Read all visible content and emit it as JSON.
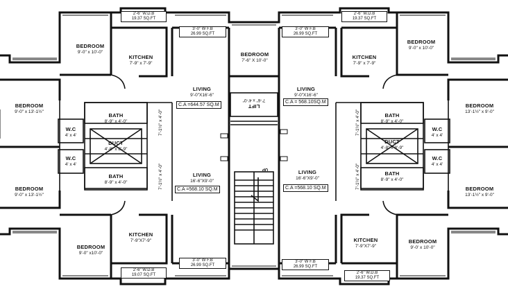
{
  "rooms": {
    "bed_tl": {
      "name": "BEDROOM",
      "dim": "9'-0\" x 10'-0\""
    },
    "bed_tm": {
      "name": "BEDROOM",
      "dim": "7'-6\" X 10'-0\""
    },
    "bed_tr": {
      "name": "BEDROOM",
      "dim": "9'-0\" x 10'-0\""
    },
    "bed_ml": {
      "name": "BEDROOM",
      "dim": "9'-0\" x 13'-1½\""
    },
    "bed_mr": {
      "name": "BEDROOM",
      "dim": "13'-1½\" x 9'-0\""
    },
    "bed_bl2": {
      "name": "BEDROOM",
      "dim": "9'-0\" x 13'-1½\""
    },
    "bed_br2": {
      "name": "BEDROOM",
      "dim": "13'-1½\" x 9'-0\""
    },
    "bed_bl": {
      "name": "BEDROOM",
      "dim": "9'-0\" x10'-0\""
    },
    "bed_br": {
      "name": "BEDROOM",
      "dim": "9'-0' x 10'-0\""
    },
    "kit_tl": {
      "name": "KITCHEN",
      "dim": "7'-9\" x 7'-9\""
    },
    "kit_tr": {
      "name": "KITCHEN",
      "dim": "7'-9\" x 7'-9\""
    },
    "kit_bl": {
      "name": "KITCHEN",
      "dim": "7'-9\"X7'-9\""
    },
    "kit_br": {
      "name": "KITCHEN",
      "dim": "7'-9\"X7'-9\""
    },
    "liv_tl": {
      "name": "LIVING",
      "dim": "9'-0\"X16'-6\""
    },
    "liv_tr": {
      "name": "LIVING",
      "dim": "9'-0\"X16'-6\""
    },
    "liv_bl": {
      "name": "LIVING",
      "dim": "16'-6\"X9'-0\""
    },
    "liv_br": {
      "name": "LIVING",
      "dim": "16'-6\"X9'-0\""
    },
    "bath_tl": {
      "name": "BATH",
      "dim": "8'-9\" x 4'-0\""
    },
    "bath_bl": {
      "name": "BATH",
      "dim": "8'-9\" x 4'-0\""
    },
    "bath_tr": {
      "name": "BATH",
      "dim": "8'-9\" x 4'-0\""
    },
    "bath_br": {
      "name": "BATH",
      "dim": "8'-9\" x 4'-0\""
    },
    "wc_tl": {
      "name": "W.C",
      "dim": "4' x 4'"
    },
    "wc_bl": {
      "name": "W.C",
      "dim": "4' x 4'"
    },
    "wc_tr": {
      "name": "W.C",
      "dim": "4' x 4'"
    },
    "wc_br": {
      "name": "W.C",
      "dim": "4' x 4'"
    },
    "duct_l": {
      "name": "DUCT",
      "dim": "4'-8\" x 8'-9\""
    },
    "duct_r": {
      "name": "DUCT",
      "dim": "4'-8\" x 8'-9\""
    },
    "lift": {
      "name": "LIFT",
      "dim": "7'-6\" x 4'-0\""
    },
    "up": "UP"
  },
  "areas": {
    "tl": "C.A =644.57 SQ.M",
    "tr": "C.A = 568.10SQ.M",
    "bl": "C.A =568.10 SQ.M",
    "br": "C.A =568.10 SQ.M"
  },
  "wdb": {
    "tl": {
      "line1": "2'-6\" W.D.B",
      "line2": "19.37 SQ.FT"
    },
    "tr": {
      "line1": "2'-6\" W.D.B",
      "line2": "19.37 SQ.FT"
    },
    "bl": {
      "line1": "2'-6\" W.D.B",
      "line2": "19.07 SQ.FT"
    },
    "br": {
      "line1": "2'-6\" W.D.B",
      "line2": "19.37 SQ.FT"
    }
  },
  "wfb": {
    "tl": {
      "line1": "3'-0\" W F.B",
      "line2": "26.99 SQ.FT"
    },
    "tr": {
      "line1": "3'-0\" W F.B",
      "line2": "26.99 SQ.FT"
    },
    "bl": {
      "line1": "3'-0\" W F.B",
      "line2": "26.99 SQ.FT"
    },
    "br": {
      "line1": "3'-0\" W F.B",
      "line2": "26.99 SQ.FT"
    }
  },
  "passages": {
    "tl": "7'-1½\" x 4'-0\"",
    "bl": "7'-1½\" x 4'-0\"",
    "tr": "7'-1½\" x 4'-0\"",
    "br": "7'-1½\" x 4'-0\""
  }
}
